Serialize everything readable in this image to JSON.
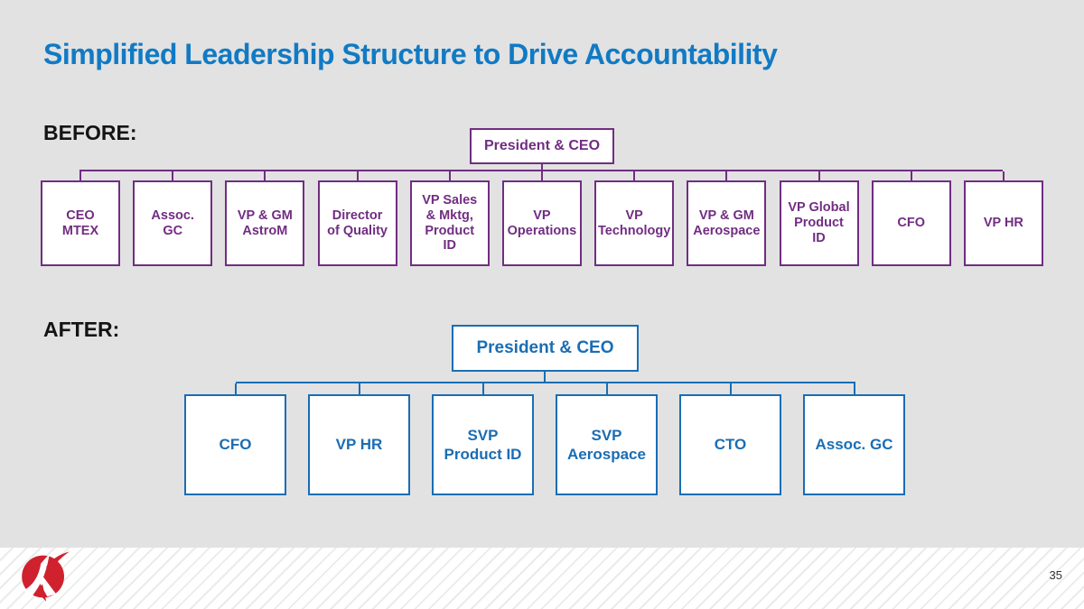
{
  "slide": {
    "title": "Simplified Leadership Structure to Drive Accountability",
    "page_number": "35"
  },
  "colors": {
    "background": "#e2e2e2",
    "title_blue": "#117ac4",
    "before_purple": "#712d82",
    "after_blue": "#1a6db4",
    "logo_red": "#d0212e"
  },
  "before": {
    "label": "BEFORE:",
    "root": "President & CEO",
    "children": [
      "CEO\nMTEX",
      "Assoc.\nGC",
      "VP & GM\nAstroM",
      "Director\nof Quality",
      "VP Sales\n& Mktg,\nProduct\nID",
      "VP\nOperations",
      "VP\nTechnology",
      "VP & GM\nAerospace",
      "VP Global\nProduct\nID",
      "CFO",
      "VP HR"
    ]
  },
  "after": {
    "label": "AFTER:",
    "root": "President & CEO",
    "children": [
      "CFO",
      "VP HR",
      "SVP\nProduct ID",
      "SVP\nAerospace",
      "CTO",
      "Assoc. GC"
    ]
  }
}
